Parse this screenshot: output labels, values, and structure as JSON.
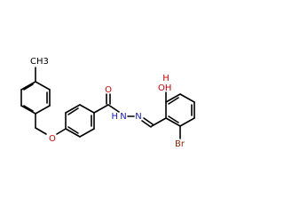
{
  "atoms": {
    "methyl": "CH3",
    "ether_oxygen": "O",
    "carbonyl_oxygen": "O",
    "amide_nitrogen": "N",
    "amide_hydrogen": "H",
    "imine_nitrogen": "N",
    "hydroxyl": "OH",
    "hydroxyl_hydrogen": "H",
    "bromine": "Br"
  },
  "colors": {
    "bond": "#000000",
    "oxygen": "#cc0000",
    "nitrogen": "#1a1acc",
    "bromine": "#8b2500"
  }
}
